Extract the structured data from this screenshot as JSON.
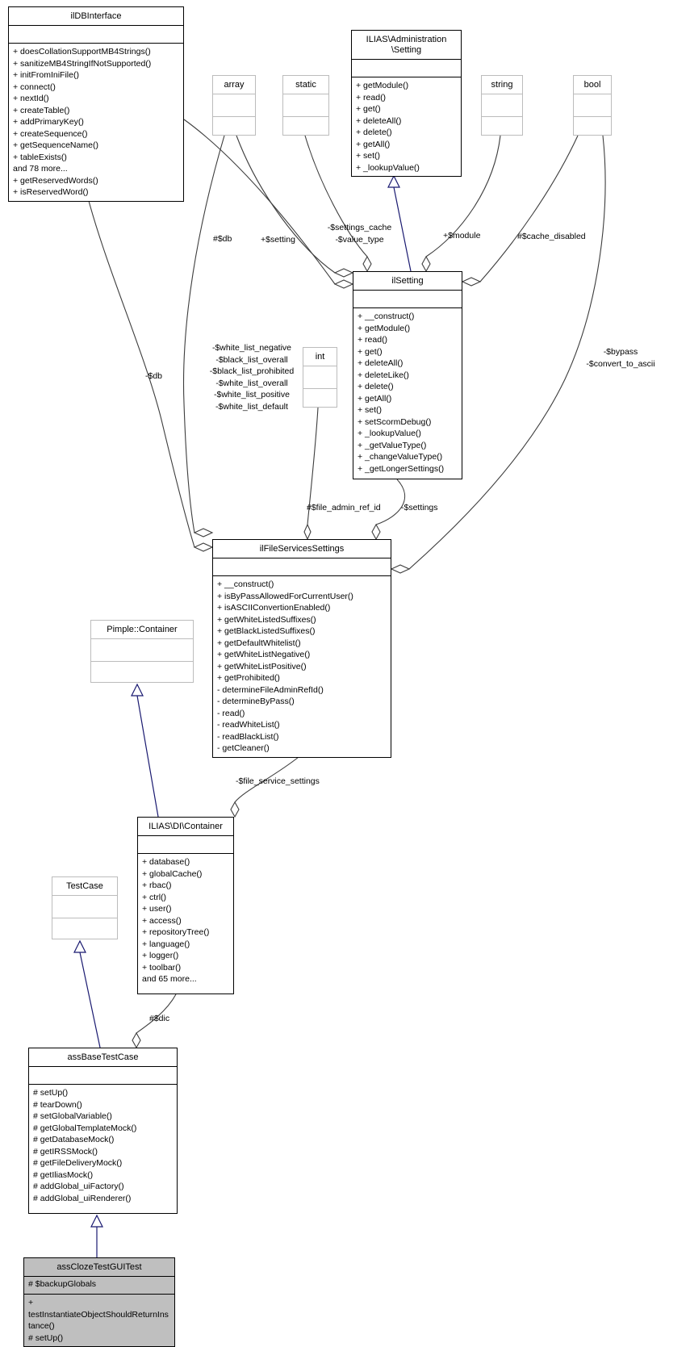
{
  "colors": {
    "inheritance_edge": "#191970",
    "association_edge": "#3d3d3d",
    "class_border": "#000000",
    "external_class_border": "#bcbcbc",
    "highlighted_class_fill": "#bfbfbf"
  },
  "classes": {
    "ilDBInterface": {
      "title": "ilDBInterface",
      "attributes": [],
      "methods": [
        "+ doesCollationSupportMB4Strings()",
        "+ sanitizeMB4StringIfNotSupported()",
        "+ initFromIniFile()",
        "+ connect()",
        "+ nextId()",
        "+ createTable()",
        "+ addPrimaryKey()",
        "+ createSequence()",
        "+ getSequenceName()",
        "+ tableExists()",
        "and 78 more...",
        "+ getReservedWords()",
        "+ isReservedWord()"
      ]
    },
    "AdminSetting": {
      "title": "ILIAS\\Administration\n\\Setting",
      "attributes": [],
      "methods": [
        "+ getModule()",
        "+ read()",
        "+ get()",
        "+ deleteAll()",
        "+ delete()",
        "+ getAll()",
        "+ set()",
        "+ _lookupValue()"
      ]
    },
    "array": {
      "title": "array",
      "attributes": [],
      "methods": []
    },
    "static": {
      "title": "static",
      "attributes": [],
      "methods": []
    },
    "string": {
      "title": "string",
      "attributes": [],
      "methods": []
    },
    "bool": {
      "title": "bool",
      "attributes": [],
      "methods": []
    },
    "int": {
      "title": "int",
      "attributes": [],
      "methods": []
    },
    "ilSetting": {
      "title": "ilSetting",
      "attributes": [],
      "methods": [
        "+ __construct()",
        "+ getModule()",
        "+ read()",
        "+ get()",
        "+ deleteAll()",
        "+ deleteLike()",
        "+ delete()",
        "+ getAll()",
        "+ set()",
        "+ setScormDebug()",
        "+ _lookupValue()",
        "+ _getValueType()",
        "+ _changeValueType()",
        "+ _getLongerSettings()"
      ]
    },
    "ilFileServicesSettings": {
      "title": "ilFileServicesSettings",
      "attributes": [],
      "methods": [
        "+ __construct()",
        "+ isByPassAllowedForCurrentUser()",
        "+ isASCIIConvertionEnabled()",
        "+ getWhiteListedSuffixes()",
        "+ getBlackListedSuffixes()",
        "+ getDefaultWhitelist()",
        "+ getWhiteListNegative()",
        "+ getWhiteListPositive()",
        "+ getProhibited()",
        "- determineFileAdminRefId()",
        "- determineByPass()",
        "- read()",
        "- readWhiteList()",
        "- readBlackList()",
        "- getCleaner()"
      ]
    },
    "PimpleContainer": {
      "title": "Pimple::Container",
      "attributes": [],
      "methods": []
    },
    "DIContainer": {
      "title": "ILIAS\\DI\\Container",
      "attributes": [],
      "methods": [
        "+ database()",
        "+ globalCache()",
        "+ rbac()",
        "+ ctrl()",
        "+ user()",
        "+ access()",
        "+ repositoryTree()",
        "+ language()",
        "+ logger()",
        "+ toolbar()",
        "and 65 more..."
      ]
    },
    "TestCase": {
      "title": "TestCase",
      "attributes": [],
      "methods": []
    },
    "assBaseTestCase": {
      "title": "assBaseTestCase",
      "attributes": [],
      "methods": [
        "# setUp()",
        "# tearDown()",
        "# setGlobalVariable()",
        "# getGlobalTemplateMock()",
        "# getDatabaseMock()",
        "# getIRSSMock()",
        "# getFileDeliveryMock()",
        "# getIliasMock()",
        "# addGlobal_uiFactory()",
        "# addGlobal_uiRenderer()"
      ]
    },
    "assClozeTestGUITest": {
      "title": "assClozeTestGUITest",
      "attributes": [
        "# $backupGlobals"
      ],
      "methods": [
        "+ testInstantiateObjectShouldReturnInstance()",
        "# setUp()"
      ]
    }
  },
  "edge_labels": {
    "db": "#$db",
    "setting": "+$setting",
    "settings_cache": "-$settings_cache\n-$value_type",
    "module": "+$module",
    "cache_disabled": "#$cache_disabled",
    "db_private": "-$db",
    "white_lists": "-$white_list_negative\n-$black_list_overall\n-$black_list_prohibited\n-$white_list_overall\n-$white_list_positive\n-$white_list_default",
    "bypass": "-$bypass\n-$convert_to_ascii",
    "file_admin_ref_id": "#$file_admin_ref_id",
    "settings": "-$settings",
    "file_service_settings": "-$file_service_settings",
    "dic": "#$dic"
  }
}
